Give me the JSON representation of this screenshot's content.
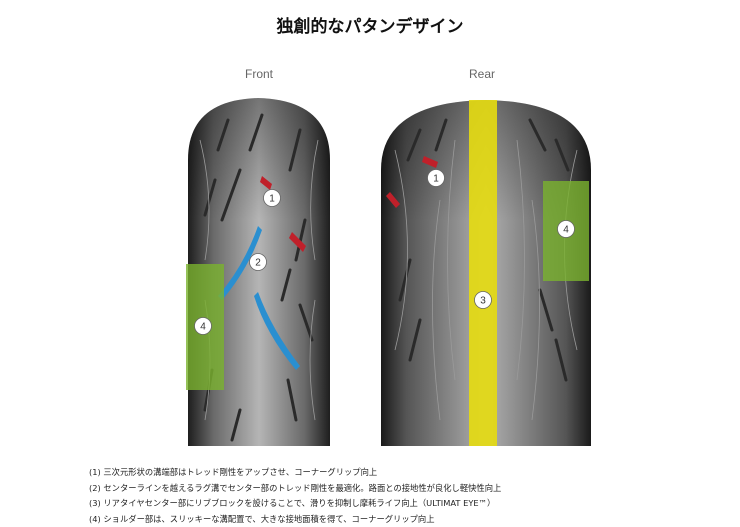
{
  "title": "独創的なパタンデザイン",
  "labels": {
    "front": "Front",
    "rear": "Rear"
  },
  "markers": [
    "1",
    "2",
    "3",
    "4"
  ],
  "notes": [
    "(1) 三次元形状の溝端部はトレッド剛性をアップさせ、コーナーグリップ向上",
    "(2) センターラインを越えるラグ溝でセンター部のトレッド剛性を最適化。路面との接地性が良化し軽快性向上",
    "(3) リアタイヤセンター部にリブブロックを設けることで、滑りを抑制し摩耗ライフ向上（ULTIMAT EYE™）",
    "(4) ショルダー部は、スリッキーな溝配置で、大きな接地面積を得て、コーナーグリップ向上"
  ],
  "colors": {
    "tire_dark": "#2a2a2a",
    "tire_mid": "#8c8c8c",
    "groove_red": "#c0202a",
    "groove_blue": "#2a8fd0",
    "highlight_green": "#7ab32e",
    "highlight_yellow": "#e6dc10"
  }
}
